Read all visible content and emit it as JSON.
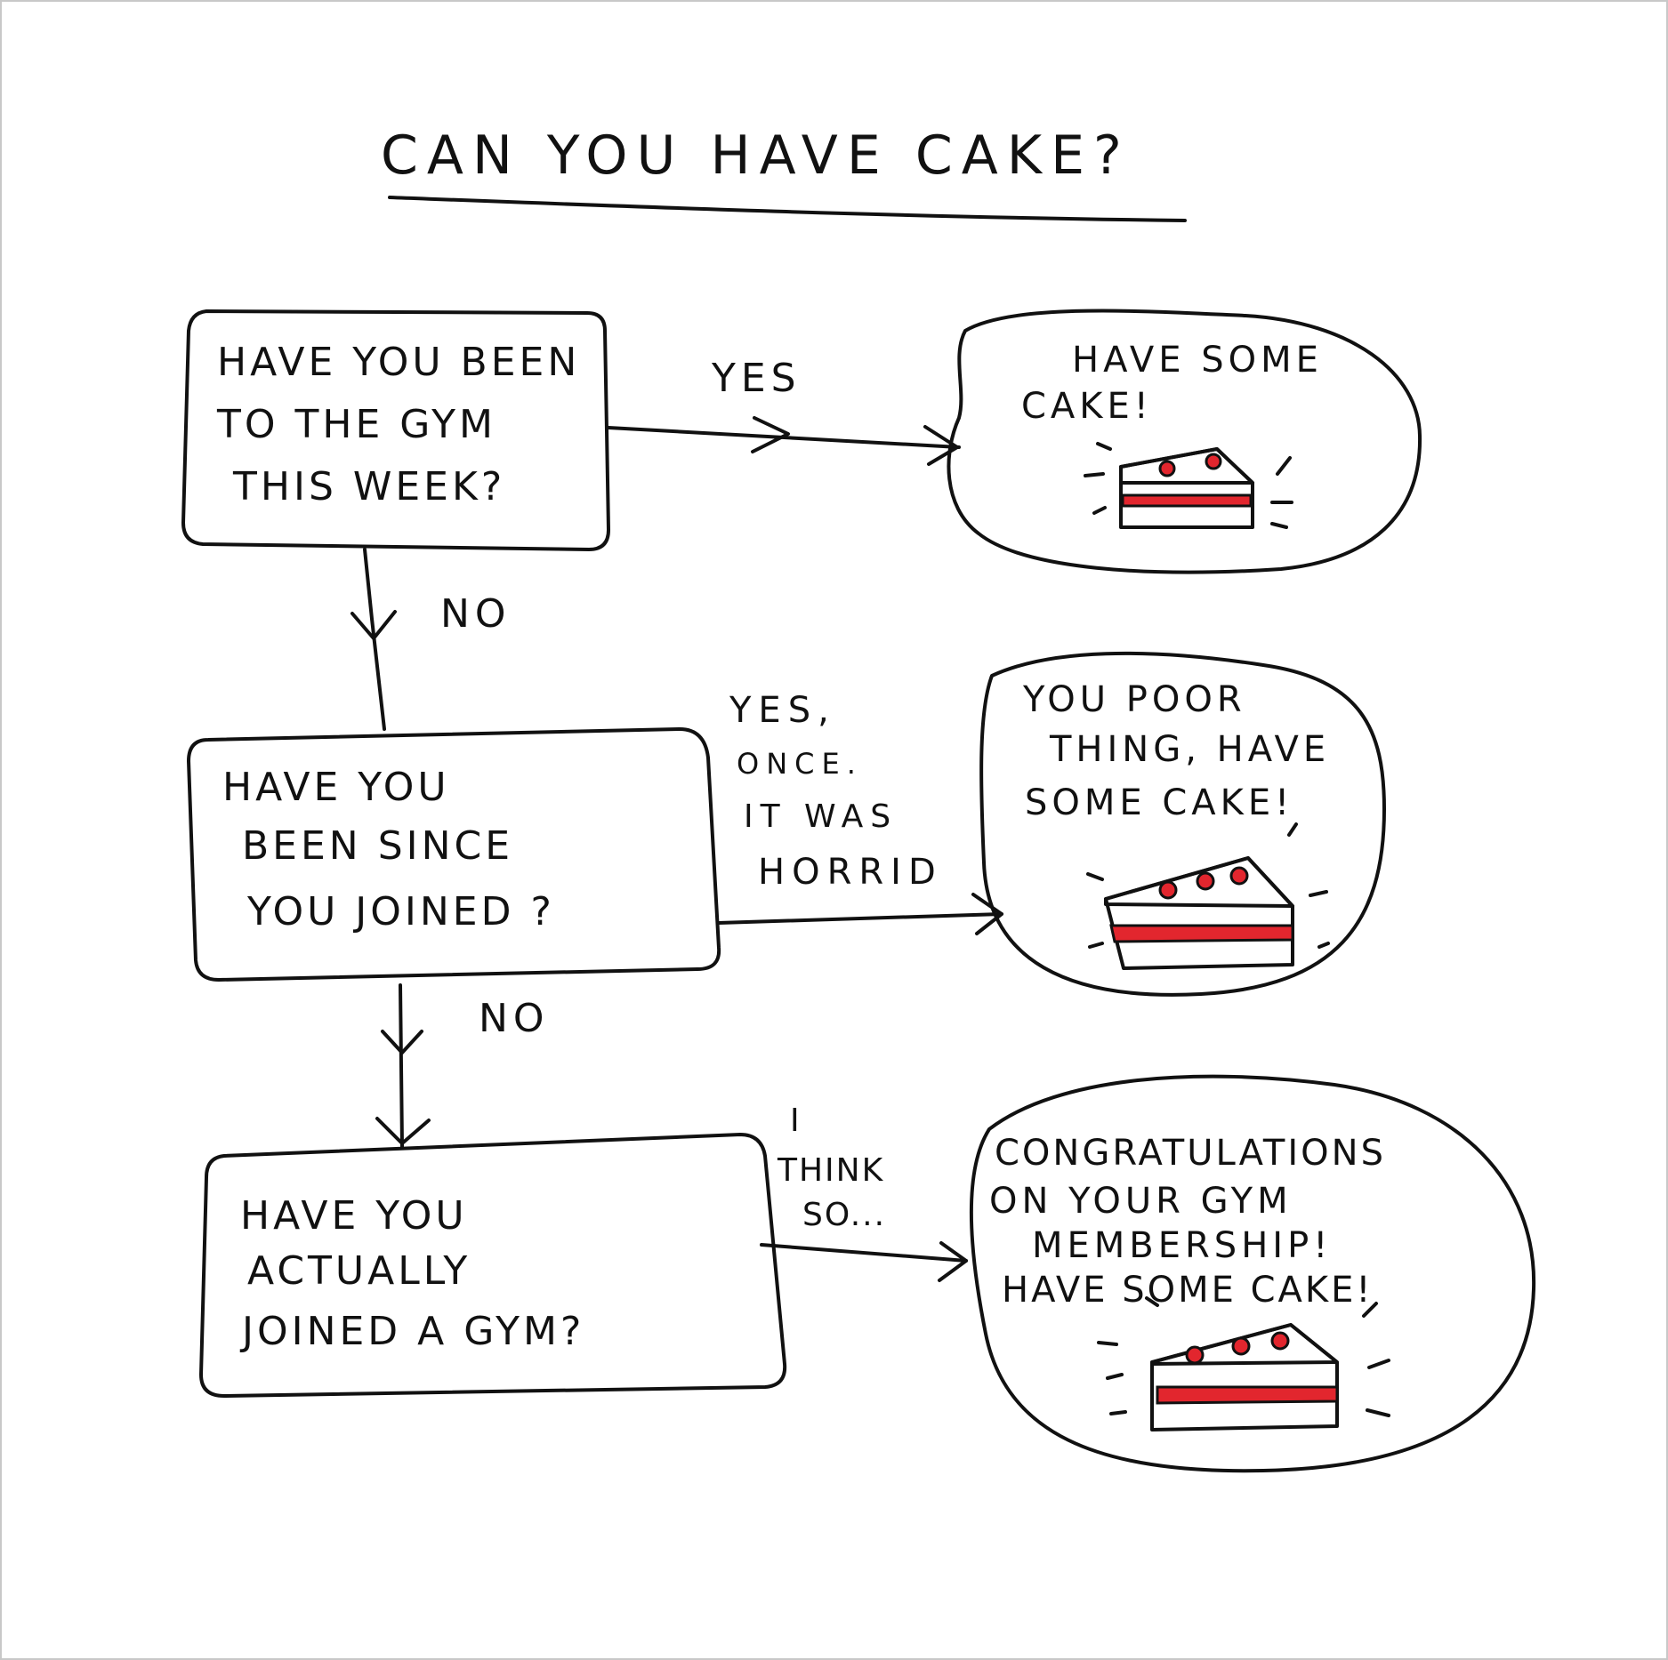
{
  "title": "CAN YOU HAVE CAKE?",
  "colors": {
    "question_fill": "#FADF5B",
    "answer_fill": "#D7A9CD",
    "ink": "#111111",
    "cake_jam": "#E2262E",
    "cake_sponge": "#FBF2C8"
  },
  "questions": [
    {
      "lines": [
        "HAVE YOU BEEN",
        "TO THE GYM",
        "THIS WEEK?"
      ]
    },
    {
      "lines": [
        "HAVE YOU",
        "BEEN SINCE",
        "YOU JOINED ?"
      ]
    },
    {
      "lines": [
        "HAVE YOU",
        "ACTUALLY",
        "JOINED A GYM?"
      ]
    }
  ],
  "answers": [
    {
      "lines": [
        "HAVE SOME",
        "CAKE!"
      ]
    },
    {
      "lines": [
        "YOU POOR",
        "THING, HAVE",
        "SOME CAKE!"
      ]
    },
    {
      "lines": [
        "CONGRATULATIONS",
        "ON YOUR GYM",
        "MEMBERSHIP!",
        "HAVE SOME CAKE!"
      ]
    }
  ],
  "edge_labels": {
    "yes": "YES",
    "no_1": "NO",
    "yes_once": [
      "YES,",
      "ONCE.",
      "IT WAS",
      "HORRID"
    ],
    "no_2": "NO",
    "think_so": [
      "I",
      "THINK",
      "SO..."
    ]
  },
  "icons": [
    "cake-slice-icon",
    "cake-slice-icon",
    "cake-slice-icon"
  ]
}
